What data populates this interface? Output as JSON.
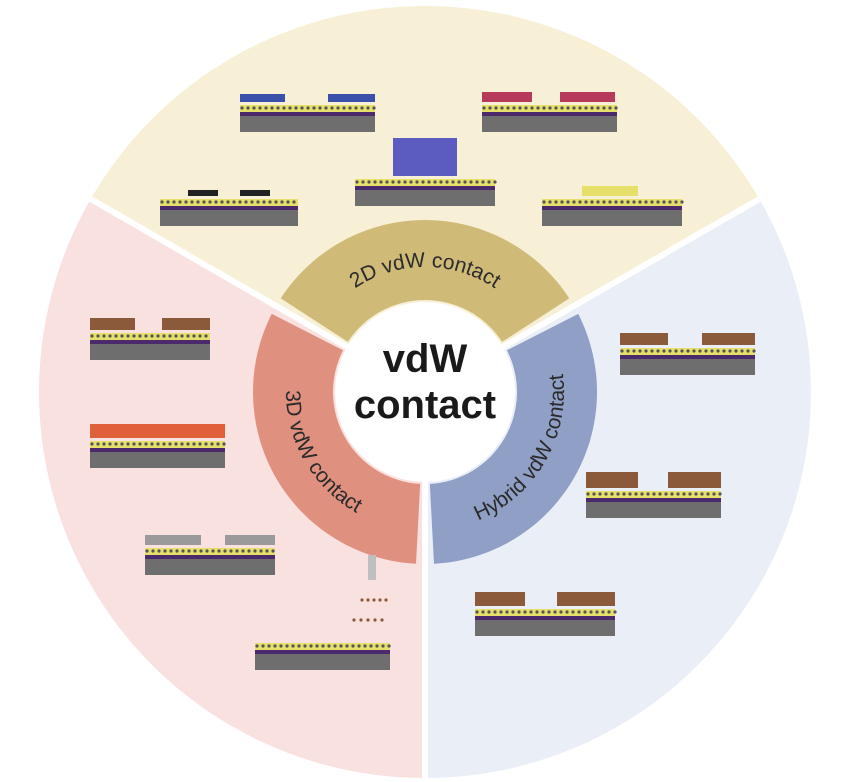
{
  "center": {
    "line1": "vdW",
    "line2": "contact"
  },
  "ring": {
    "top_label": "2D vdW contact",
    "left_label": "3D vdW contact",
    "right_label": "Hybrid vdW contact"
  },
  "colors": {
    "sector_2d_bg": "#f7f0d6",
    "sector_3d_bg": "#f8e1df",
    "sector_hybrid_bg": "#e9eef7",
    "ring_2d": "#cfba78",
    "ring_3d": "#e0907f",
    "ring_hybrid": "#909fc6",
    "substrate": "#6e6e6e",
    "dielectric": "#4b2a6b",
    "semiconductor_2d": "#e6e06a",
    "metal_3d": "#8a5a3a",
    "graphene": "#222222"
  },
  "device_sketches": {
    "sector_2d": [
      "transferred-molecular-contact",
      "intercalated-contact",
      "edge-graphene-contact",
      "stacked-heterostructure",
      "graphene-bottom-contact"
    ],
    "sector_3d": [
      "transferred-metal-contact",
      "buffer-layer-contact",
      "low-energy-deposited-contact",
      "sputter-deposition-contact"
    ],
    "sector_hybrid": [
      "metal-on-2d-buffer-contact",
      "metal-on-bilayer-contact",
      "metal-on-insertion-contact"
    ]
  }
}
